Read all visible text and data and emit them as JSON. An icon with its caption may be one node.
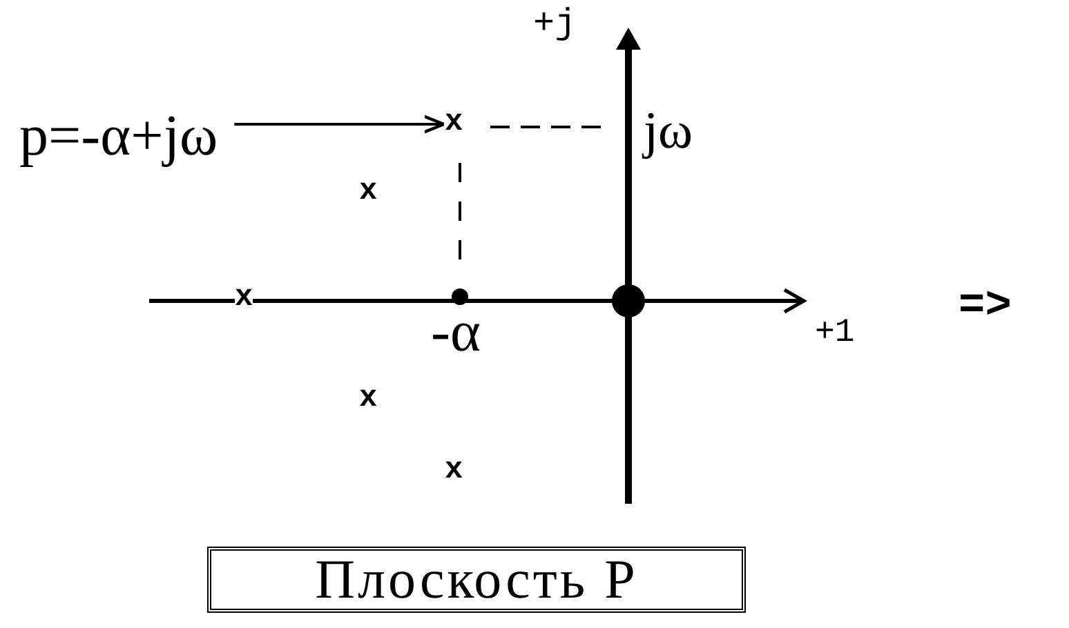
{
  "diagram": {
    "nodes": [
      {
        "text": [
          "p=-α+jω"
        ]
      },
      {
        "text": [
          "x"
        ]
      },
      {
        "text": [
          "Плоскость Р"
        ]
      }
    ],
    "edges": [
      {
        "from": 0,
        "to": 1,
        "arrow": "to"
      }
    ],
    "labels": [
      "+j",
      "jω",
      "x",
      "x",
      "-α",
      "+1",
      "=>",
      "x",
      "x"
    ]
  }
}
